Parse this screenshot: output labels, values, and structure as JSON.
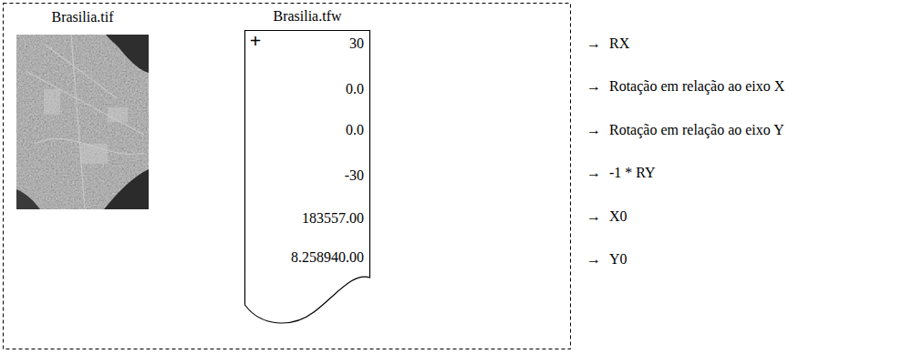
{
  "diagram": {
    "nodes": [
      {
        "text": [
          "Brasilia.tif"
        ]
      },
      {
        "text": [
          "Brasilia.tfw",
          "30",
          "0.0",
          "0.0",
          "-30",
          "183557.00",
          "8.258940.00"
        ]
      }
    ],
    "labels": [
      "+",
      "→",
      "RX",
      "→",
      "Rotação em relação ao eixo X",
      "→",
      "Rotação em relação ao eixo Y",
      "→",
      "-1 * RY",
      "→",
      "X0",
      "→",
      "Y0"
    ]
  }
}
